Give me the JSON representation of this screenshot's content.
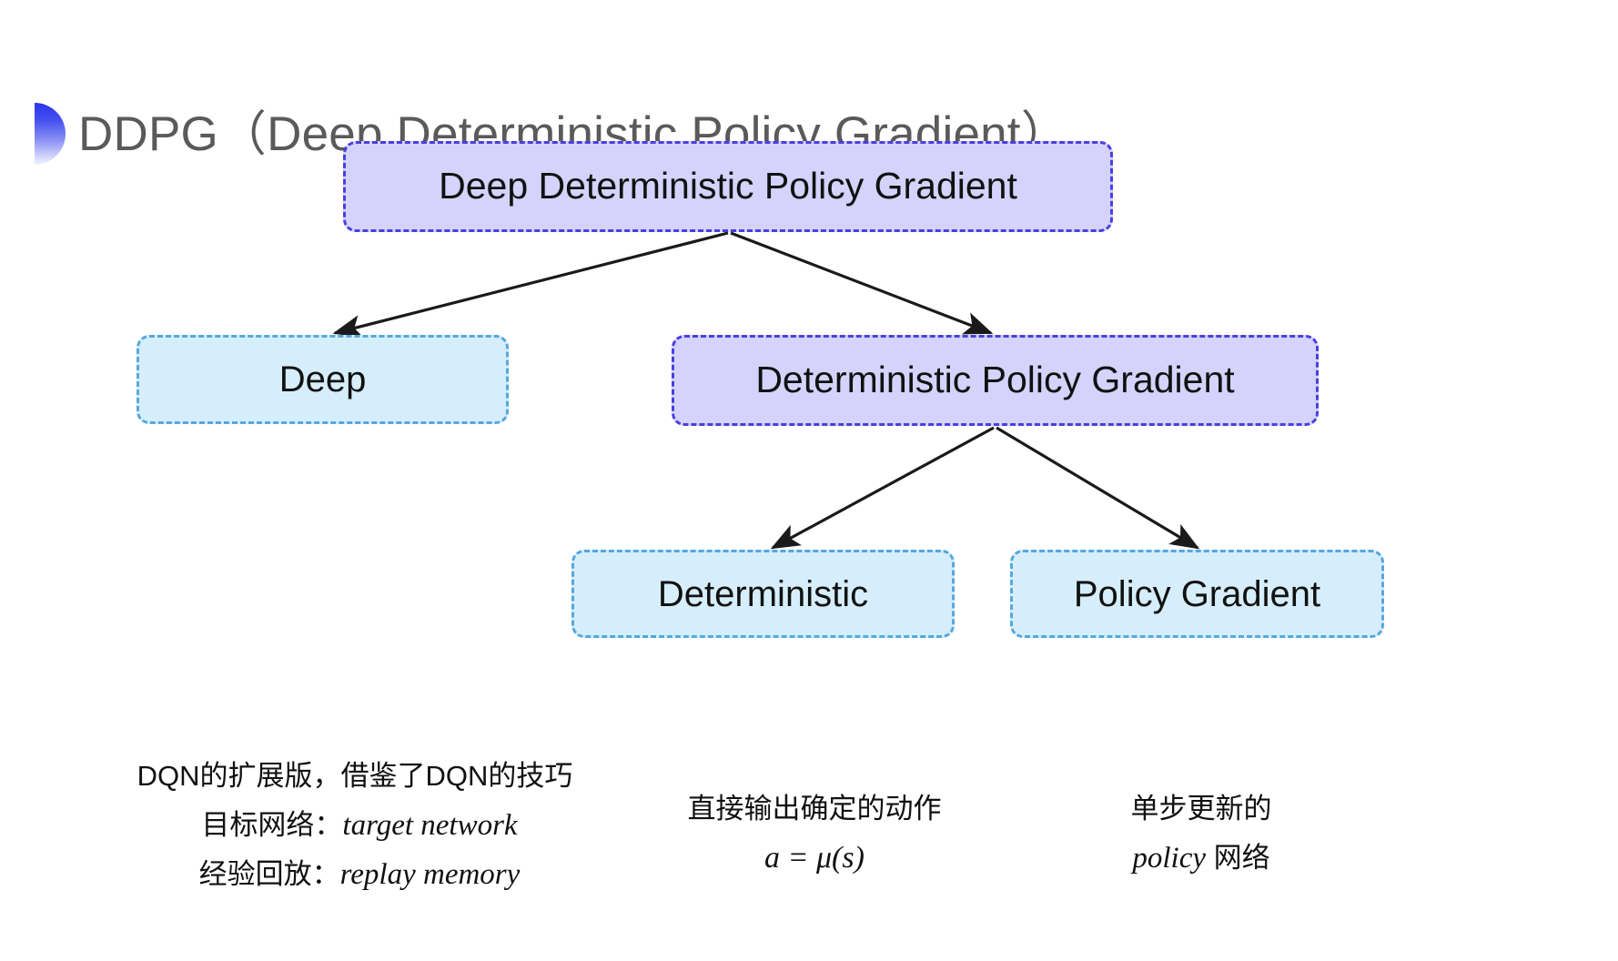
{
  "slide": {
    "title": "DDPG（Deep Deterministic Policy Gradient）",
    "bullet_icon": "half-circle-bullet-icon",
    "title_color": "#5a5a5a",
    "background": "#ffffff"
  },
  "palette": {
    "purple_fill": "#d5d3fb",
    "purple_border": "#4a3fe0",
    "blue_fill": "#d6eefb",
    "blue_border": "#55a8dd",
    "arrow": "#1a1a1a"
  },
  "diagram": {
    "type": "tree",
    "nodes": {
      "root": {
        "label": "Deep Deterministic Policy Gradient",
        "style": "purple"
      },
      "deep": {
        "label": "Deep",
        "style": "blue"
      },
      "dpg": {
        "label": "Deterministic Policy Gradient",
        "style": "purple"
      },
      "deterministic": {
        "label": "Deterministic",
        "style": "blue"
      },
      "policy_gradient": {
        "label": "Policy Gradient",
        "style": "blue"
      }
    },
    "edges": [
      {
        "from": "root",
        "to": "deep"
      },
      {
        "from": "root",
        "to": "dpg"
      },
      {
        "from": "dpg",
        "to": "deterministic"
      },
      {
        "from": "dpg",
        "to": "policy_gradient"
      }
    ]
  },
  "annotations": {
    "deep": {
      "line1": "DQN的扩展版，借鉴了DQN的技巧",
      "line2_label": "目标网络：",
      "line2_term": "target network",
      "line3_label": "经验回放：",
      "line3_term": "replay memory"
    },
    "deterministic": {
      "line1": "直接输出确定的动作",
      "line2_formula": "a = μ(s)"
    },
    "policy_gradient": {
      "line1": "单步更新的",
      "line2_term": "policy",
      "line2_suffix": " 网络"
    }
  }
}
